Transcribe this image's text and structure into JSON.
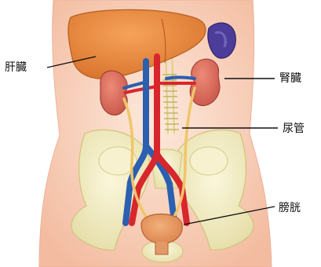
{
  "labels": {
    "liver": "肝臓",
    "kidney": "腎臓",
    "ureter": "尿管",
    "bladder": "膀胱"
  },
  "colors": {
    "skin": "#f9d9c4",
    "liver": "#e9853d",
    "kidney": "#d9685a",
    "artery": "#d8262d",
    "vein": "#2b5fb0",
    "ureter": "#f0c56a",
    "bone": "#f2ecc0",
    "spleen": "#4d3d9a",
    "bladder": "#e8975c"
  }
}
